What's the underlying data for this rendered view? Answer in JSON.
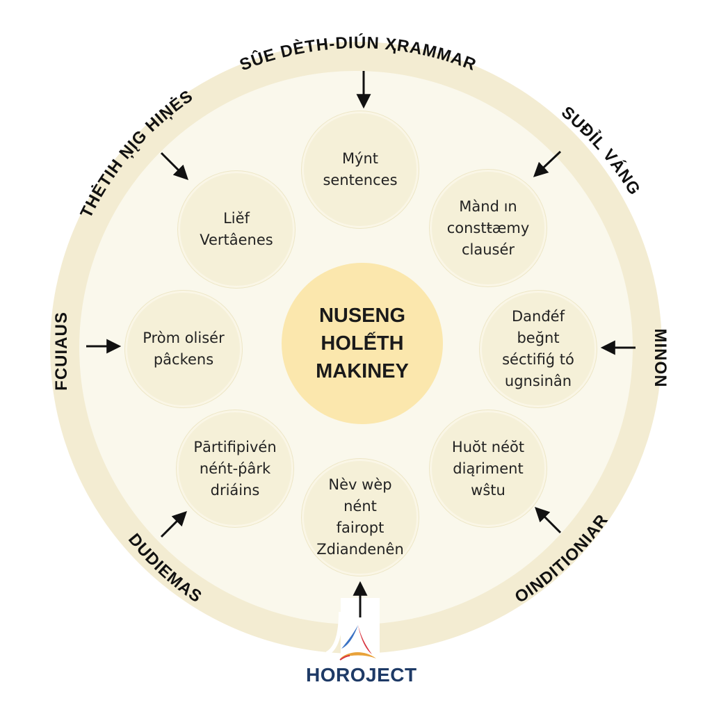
{
  "diagram": {
    "ring_labels": [
      {
        "id": "top",
        "text": "SÛE DÈTH-DIÚN ҲRAMMAR"
      },
      {
        "id": "top-left",
        "text": "THĖTIH ŅĮG HIŅĖS"
      },
      {
        "id": "top-right",
        "text": "SUĐỈL VÁNG"
      },
      {
        "id": "left",
        "text": "FCUIAUS"
      },
      {
        "id": "right",
        "text": "MINON"
      },
      {
        "id": "bottom-left",
        "text": "DUDIEMAS"
      },
      {
        "id": "bottom-right",
        "text": "OINDITIONIAR"
      }
    ],
    "center": {
      "lines": [
        "NUSENG",
        "HOLẾTH",
        "MAKINEY"
      ]
    },
    "nodes": [
      {
        "id": "top",
        "lines": [
          "Mýnt",
          "sentences"
        ]
      },
      {
        "id": "top-left",
        "lines": [
          "Liěf",
          "Vertâenes"
        ]
      },
      {
        "id": "top-right",
        "lines": [
          "Mànd ın",
          "constŧæmy",
          "clausér"
        ]
      },
      {
        "id": "left",
        "lines": [
          "Pròm olisér",
          "pâckens"
        ]
      },
      {
        "id": "right",
        "lines": [
          "Danđéf beğnt",
          "séctifiǵ tó",
          "ugnsinân"
        ]
      },
      {
        "id": "bottom-left",
        "lines": [
          "Pārtifipivén",
          "néńt-ṕârk",
          "driáins"
        ]
      },
      {
        "id": "bottom-right",
        "lines": [
          "Huŏt néŏt",
          "diąriment wŝtu"
        ]
      },
      {
        "id": "bottom",
        "lines": [
          "Nèv wèp nént",
          "fairopt",
          "Zdiandenên"
        ]
      }
    ],
    "logo": {
      "icon": "triangle-swoosh-logo-icon",
      "text": "HOROJECT"
    },
    "colors": {
      "ring": "#f3ecd2",
      "disc": "#faf8ec",
      "node_fill": "#f5f0d8",
      "center_fill": "#fbe7ad",
      "text": "#1a1a1a",
      "logo_blue": "#1e3a66",
      "logo_red": "#d8343f",
      "logo_orange": "#e8a23a",
      "logo_lightblue": "#3a72c4"
    }
  }
}
